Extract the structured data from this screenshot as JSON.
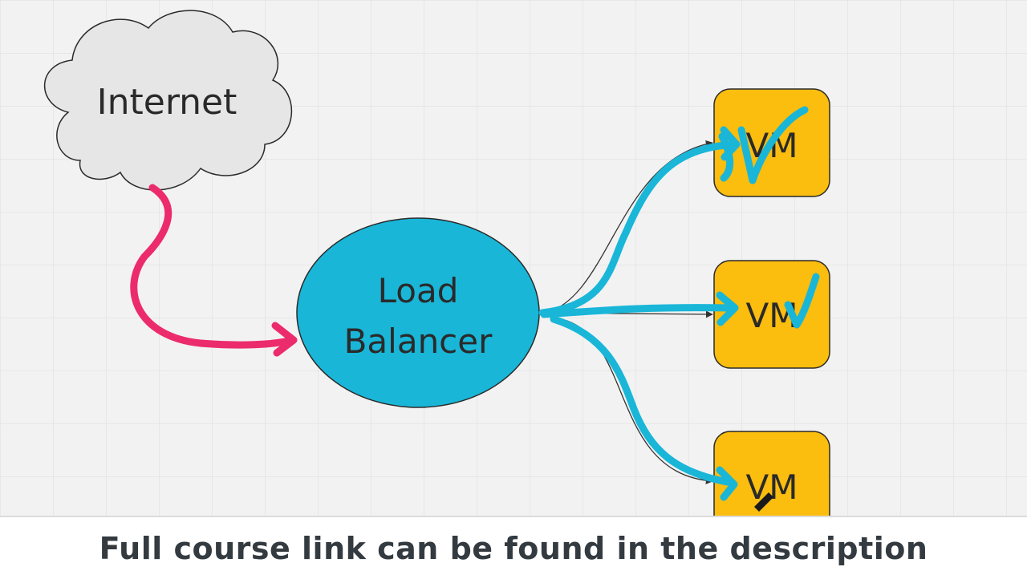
{
  "nodes": {
    "internet": {
      "label": "Internet"
    },
    "load_balancer": {
      "label_line1": "Load",
      "label_line2": "Balancer"
    },
    "vm_top": {
      "label": "VM"
    },
    "vm_middle": {
      "label": "VM"
    },
    "vm_bottom": {
      "label": "VM"
    }
  },
  "caption": {
    "text": "Full course link can be found in the description"
  },
  "colors": {
    "cloud_fill": "#e6e6e6",
    "load_balancer_fill": "#19b6d8",
    "vm_fill": "#fbbd0e",
    "internet_arrow": "#ec2b6c",
    "vm_arrows": "#19b6d8",
    "grid_line": "#e3e3e3",
    "canvas_bg": "#f2f2f2"
  }
}
